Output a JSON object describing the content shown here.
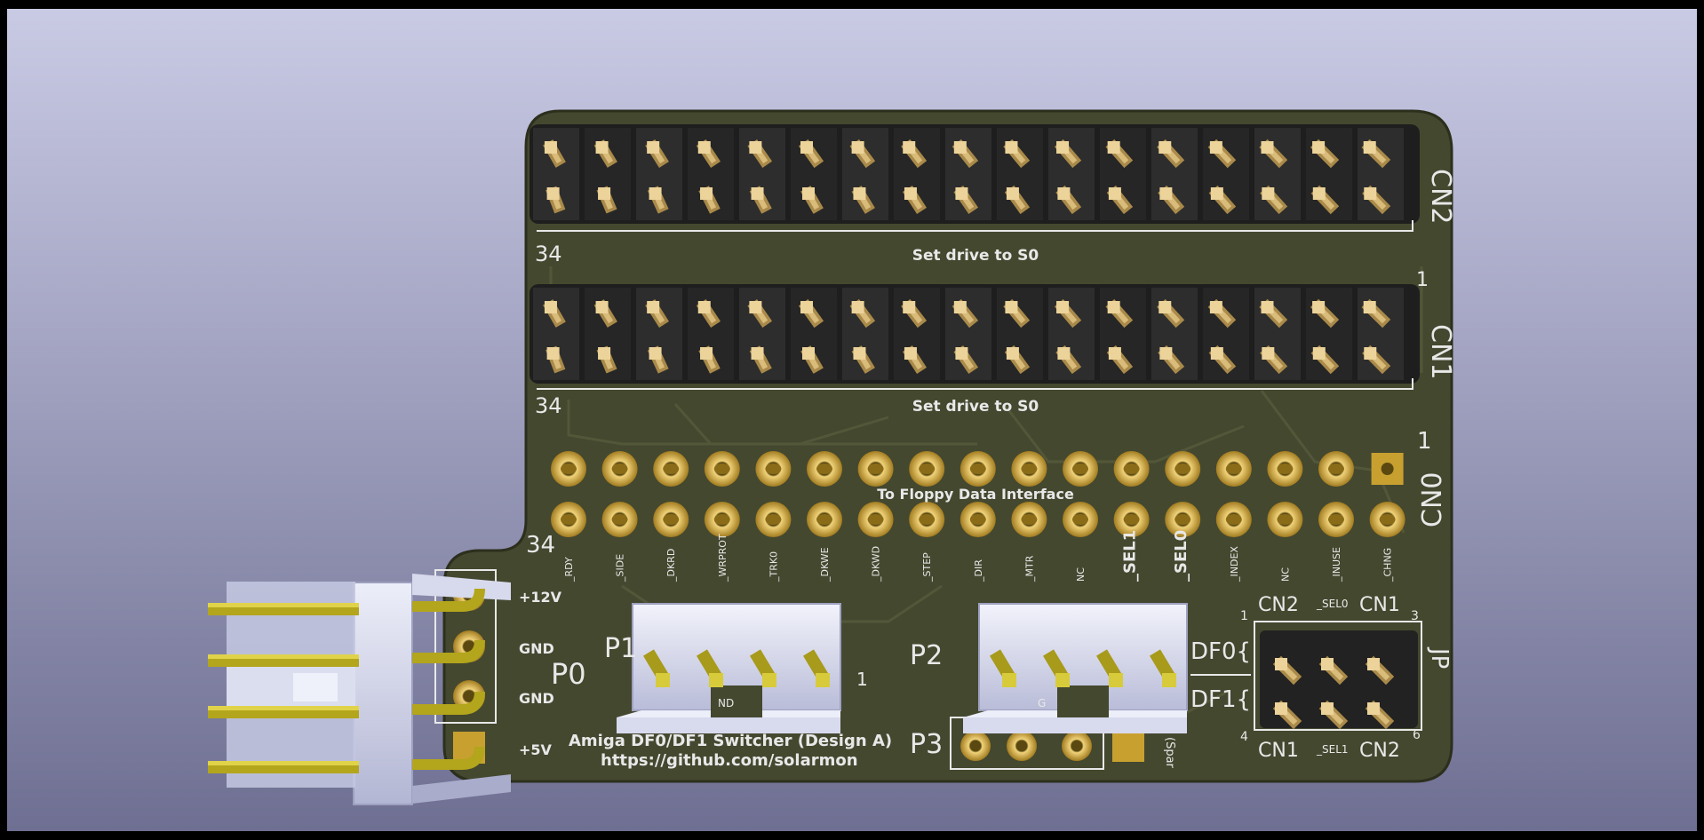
{
  "colors": {
    "bg_top": "#c9cae4",
    "bg_bottom": "#6e6f92",
    "pcb": "#44482f",
    "pcb_edge": "#2c2f1c",
    "silk": "#e8e8e8",
    "pin_gold": "#c9a25a",
    "pin_tip": "#e6c888",
    "header_plastic": "#222222",
    "pad_gold": "#c8a030",
    "connector_white": "#e4e6f5"
  },
  "board": {
    "header_top": {
      "pin1_label": "1",
      "pin34_label": "34",
      "caption": "Set drive to S0",
      "ref_partial": "CN2"
    },
    "header_mid": {
      "pin1_label": "1",
      "pin34_label": "34",
      "caption": "Set drive to S0",
      "ref_partial": "CN1"
    },
    "floppy": {
      "ref": "CN0",
      "pin1_label": "1",
      "pin34_label": "34",
      "caption": "To Floppy Data Interface",
      "signals": [
        "_RDY",
        "_SIDE",
        "_DKRD",
        "_WRPROT",
        "_TRK0",
        "_DKWE",
        "_DKWD",
        "_STEP",
        "_DIR",
        "_MTR",
        "NC",
        "_SEL1",
        "_SEL0",
        "_INDEX",
        "NC",
        "_INUSE",
        "_CHNG"
      ]
    },
    "power": {
      "ref": "P0",
      "labels": [
        "+12V",
        "GND",
        "GND",
        "+5V"
      ]
    },
    "p1": {
      "ref": "P1",
      "pin_label": "1",
      "under_text": "ND"
    },
    "p2": {
      "ref": "P2",
      "under_text": "G"
    },
    "p3": {
      "ref": "P3",
      "spare_text": "(Spar"
    },
    "jumper": {
      "top_left": "CN2",
      "top_mid": "_SEL0",
      "top_right": "CN1",
      "pin1": "1",
      "pin3": "3",
      "pin4": "4",
      "pin6": "6",
      "df0": "DF0{",
      "df1": "DF1{",
      "bot_left": "CN1",
      "bot_mid": "_SEL1",
      "bot_right": "CN2",
      "ref_partial": "JP"
    },
    "title_line1": "Amiga DF0/DF1 Switcher (Design A)",
    "title_line2": "https://github.com/solarmon"
  }
}
